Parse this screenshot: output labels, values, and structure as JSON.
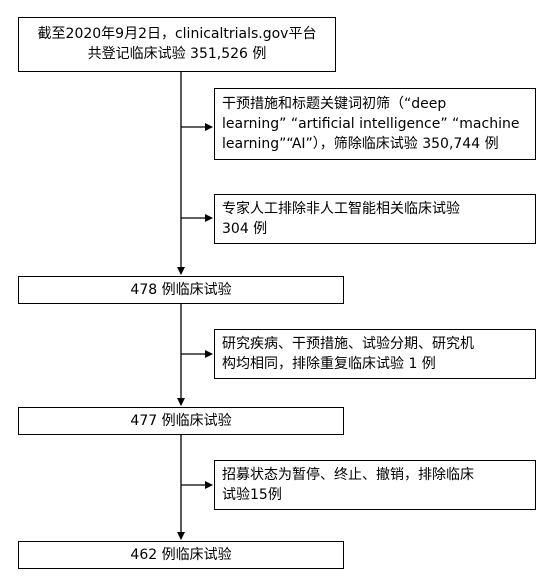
{
  "boxes": [
    {
      "id": "box-1",
      "lines": [
        "截至2020年9月2日，clinicaltrials.gov平台",
        "共登记临床试验 351,526 例"
      ]
    },
    {
      "id": "box-2",
      "lines": [
        "干预措施和标题关键词初筛（“deep",
        "learning” “artificial intelligence” “machine",
        "learning”“AI”），筛除临床试验 350,744 例"
      ]
    },
    {
      "id": "box-3",
      "lines": [
        "专家人工排除非人工智能相关临床试验",
        "304 例"
      ]
    },
    {
      "id": "box-4",
      "lines": [
        "478 例临床试验"
      ]
    },
    {
      "id": "box-5",
      "lines": [
        "研究疾病、干预措施、试验分期、研究机",
        "构均相同，排除重复临床试验 1 例"
      ]
    },
    {
      "id": "box-6",
      "lines": [
        "477 例临床试验"
      ]
    },
    {
      "id": "box-7",
      "lines": [
        "招募状态为暂停、终止、撤销，排除临床",
        "试验15例"
      ]
    },
    {
      "id": "box-8",
      "lines": [
        "462 例临床试验"
      ]
    }
  ]
}
